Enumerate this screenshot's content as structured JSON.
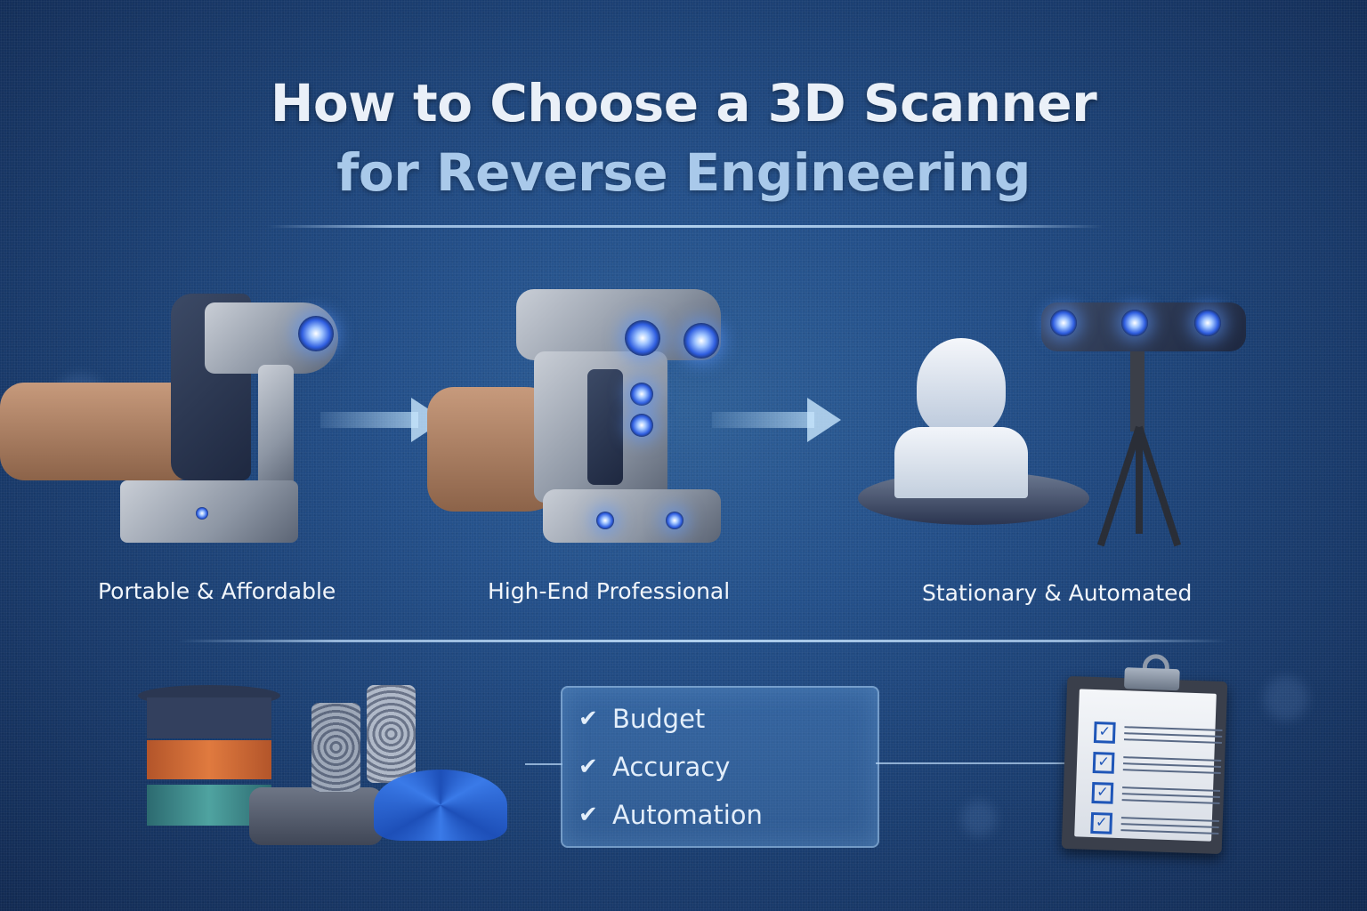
{
  "title": {
    "line1": "How to Choose a 3D Scanner",
    "line2": "for Reverse Engineering"
  },
  "scanners": [
    {
      "label": "Portable & Affordable",
      "icon": "handheld-scanner-icon"
    },
    {
      "label": "High-End Professional",
      "icon": "professional-handheld-scanner-icon"
    },
    {
      "label": "Stationary & Automated",
      "icon": "tripod-scanner-with-bust-icon"
    }
  ],
  "checklist": {
    "items": [
      {
        "check": "✔",
        "label": "Budget"
      },
      {
        "check": "✔",
        "label": "Accuracy"
      },
      {
        "check": "✔",
        "label": "Automation"
      }
    ]
  },
  "clipboard": {
    "items": [
      {
        "check": "✓"
      },
      {
        "check": "✓"
      },
      {
        "check": "✓"
      },
      {
        "check": "✓"
      }
    ]
  },
  "colors": {
    "background_center": "#2f6098",
    "background_edge": "#122a52",
    "title_line1": "#eaf0f8",
    "title_line2": "#a9c9ea",
    "lens_glow": "#4f86ff",
    "check_blue": "#1f56b8"
  }
}
